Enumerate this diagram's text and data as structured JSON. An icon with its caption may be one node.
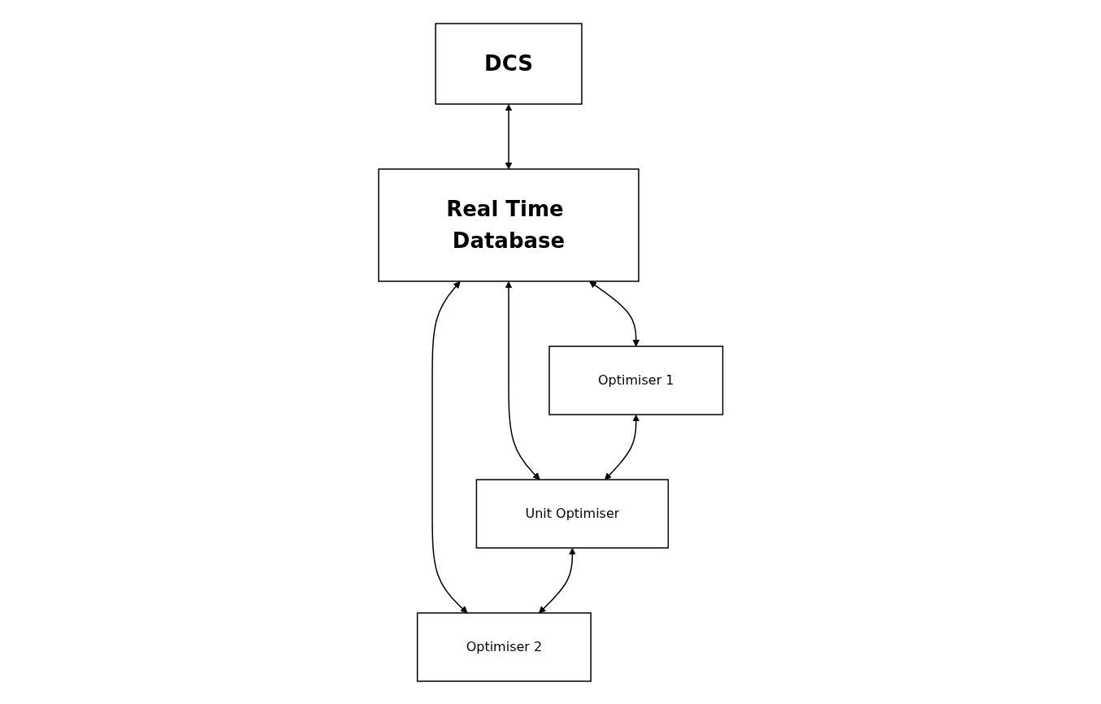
{
  "diagram": {
    "nodes": [
      {
        "text": [
          "DCS"
        ]
      },
      {
        "text": [
          "Real Time Database"
        ]
      },
      {
        "text": [
          "Optimiser 1"
        ]
      },
      {
        "text": [
          "Unit Optimiser"
        ]
      },
      {
        "text": [
          "Optimiser 2"
        ]
      }
    ],
    "edges": [
      {
        "from": 0,
        "to": 1,
        "arrow": "both"
      },
      {
        "from": 1,
        "to": 2,
        "arrow": "both"
      },
      {
        "from": 1,
        "to": 3,
        "arrow": "both"
      },
      {
        "from": 1,
        "to": 4,
        "arrow": "both"
      },
      {
        "from": 2,
        "to": 3,
        "arrow": "both"
      },
      {
        "from": 3,
        "to": 4,
        "arrow": "both"
      }
    ]
  }
}
